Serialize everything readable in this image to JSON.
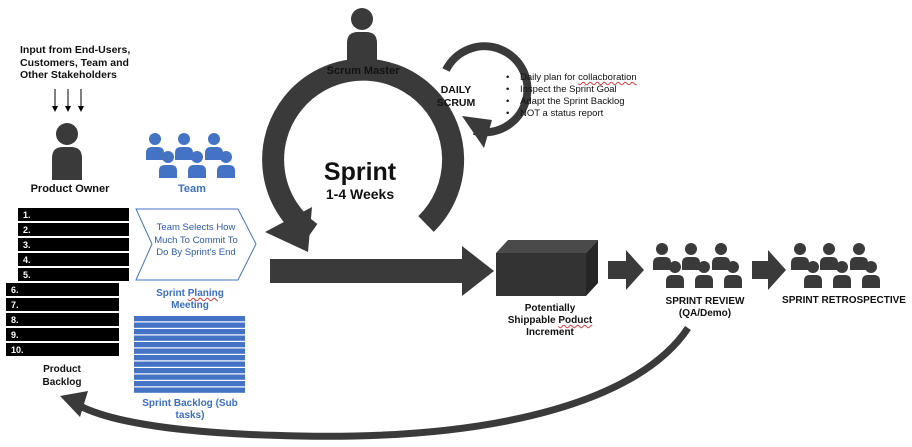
{
  "input_text": "Input from End-Users, Customers, Team and Other Stakeholders",
  "product_owner": "Product Owner",
  "team": "Team",
  "scrum_master": "Scrum Master",
  "daily_scrum": "DAILY SCRUM",
  "daily_bullets": [
    {
      "before": "Daily plan for ",
      "squiggle": "collacboration",
      "after": ""
    },
    {
      "before": "Inspect the Sprint Goal",
      "squiggle": "",
      "after": ""
    },
    {
      "before": "Adapt the Sprint Backlog",
      "squiggle": "",
      "after": ""
    },
    {
      "before": "NOT a status report",
      "squiggle": "",
      "after": ""
    }
  ],
  "sprint_title": "Sprint",
  "sprint_duration": "1-4 Weeks",
  "product_backlog_items": [
    "1.",
    "2.",
    "3.",
    "4.",
    "5.",
    "6.",
    "7.",
    "8.",
    "9.",
    "10."
  ],
  "product_backlog_label": "Product Backlog",
  "team_selects": "Team Selects How Much To Commit To Do By Sprint's End",
  "sprint_planning": {
    "word1": "Sprint ",
    "squiggle": "Planing",
    "rest": "Meeting"
  },
  "sprint_backlog_label": "Sprint Backlog (Sub tasks)",
  "increment": {
    "line1": "Potentially",
    "line2a": "Shippable ",
    "squiggle": "Poduct",
    "line3": "Increment"
  },
  "sprint_review": "SPRINT REVIEW",
  "sprint_review_sub": "(QA/Demo)",
  "sprint_retrospective": "SPRINT RETROSPECTIVE",
  "colors": {
    "dark": "#3a3a3a",
    "blue": "#4472c4",
    "black": "#000000",
    "white": "#ffffff"
  }
}
